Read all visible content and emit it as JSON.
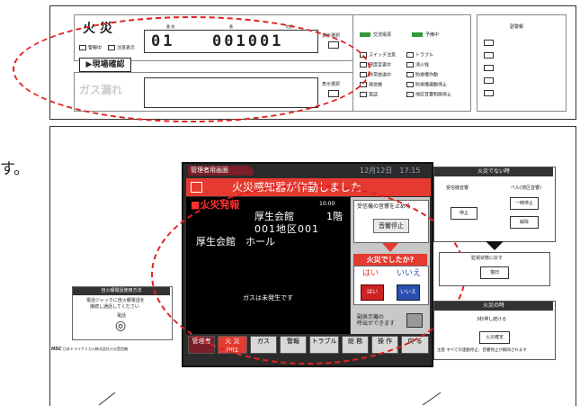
{
  "panel": {
    "fire": {
      "label": "火 災",
      "sub_box1": "番 地",
      "sub_box2": "番",
      "sub_box3": "地区",
      "number_left": "01",
      "number_right": "001001",
      "chk1": "警報中",
      "chk2": "注意表示",
      "display_switch": "表示選択"
    },
    "confirm_button": "▶現場確認",
    "gas": {
      "label": "ガス漏れ",
      "display_switch": "表示選択"
    },
    "indicators": {
      "lamp1": "交流電源",
      "lamp2": "予備中",
      "rows": [
        {
          "a": "スイッチ注意",
          "b": "トラブル"
        },
        {
          "a": "感度変更中",
          "b": "消火栓"
        },
        {
          "a": "非常放送中",
          "b": "防排煙作動"
        },
        {
          "a": "発信機",
          "b": "防排煙連動停止"
        },
        {
          "a": "電話",
          "b": "地区音響制御停止"
        }
      ]
    },
    "alarm_box_title": "副警報"
  },
  "side_text": "す。",
  "phone": {
    "title": "自火報電話使用方法",
    "line1": "電話ジャックに自火報電話を",
    "line2": "接続し通話してください",
    "label": "電話"
  },
  "maker": {
    "logo": "HSC",
    "name": "日本ドライケミカル株式会社",
    "product": "火災受信機"
  },
  "screen": {
    "tab": "管理者用画面",
    "datetime": "12月12日　17:15",
    "alert_title": "火災感知器が作動しました",
    "fire_alarm": "■火災発報",
    "time": "10:00",
    "building": "厚生会館",
    "floor": "1階",
    "zone": "001地区001",
    "location": "厚生会館　ホール",
    "gas_status": "ガスは未発生です",
    "stop_prompt": "受信機の音響を止める",
    "stop_button": "音響停止",
    "question": "火災でしたか?",
    "yes": "はい",
    "no": "いいえ",
    "yes_small": "はい",
    "no_small": "いいえ",
    "sub_display": "副表示機の",
    "sub_display2": "呼出ができます",
    "bottom_buttons": [
      "管理者",
      "火 災",
      "ガス",
      "警報",
      "トラブル",
      "総 務",
      "操 作",
      "戻 る"
    ],
    "fire_count": "001"
  },
  "right": {
    "notfire_title": "火災でない時",
    "receiver_sound": "受信機音響",
    "bell": "ベル(地区音響)",
    "stop": "停止",
    "temp_stop": "一時停止",
    "release": "解除",
    "return_label": "監視状態に戻す",
    "restore": "復旧",
    "fire_title": "火災の時",
    "hold": "3秒押し続ける",
    "fire_confirm": "火災確定",
    "note": "注意 すべての連動停止、音響停止が解除されます"
  }
}
